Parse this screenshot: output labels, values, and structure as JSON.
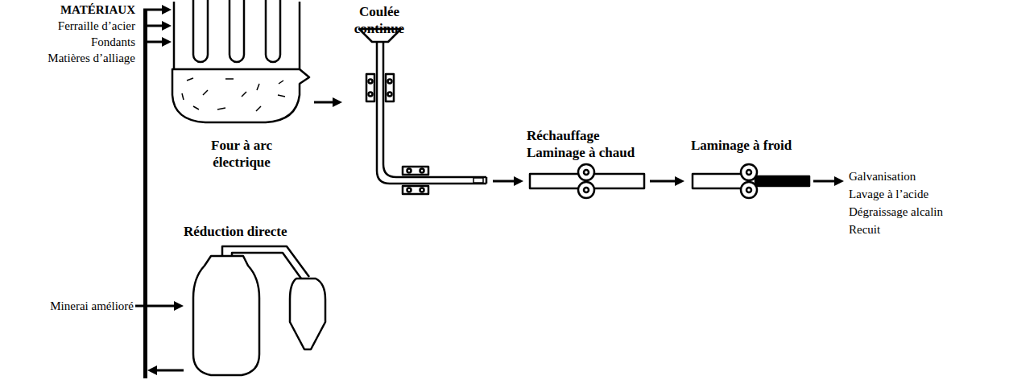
{
  "diagram": {
    "nodes": [
      {
        "text": [
          "MATÉRIAUX",
          "Ferraille d’acier",
          "Fondants",
          "Matières d’alliage"
        ]
      },
      {
        "text": [
          "Four à arc électrique"
        ]
      },
      {
        "text": [
          "Coulée continue"
        ]
      },
      {
        "text": [
          "Réchauffage Laminage à chaud"
        ]
      },
      {
        "text": [
          "Laminage à froid"
        ]
      },
      {
        "text": [
          "Galvanisation",
          "Lavage à l’acide",
          "Dégraissage alcalin",
          "Recuit"
        ]
      },
      {
        "text": [
          "Réduction directe"
        ]
      },
      {
        "text": [
          "Minerai amélioré"
        ]
      }
    ],
    "edges": [
      {
        "from": 0,
        "to": 1,
        "arrow": "to"
      },
      {
        "from": 1,
        "to": 2,
        "arrow": "to"
      },
      {
        "from": 2,
        "to": 3,
        "arrow": "to"
      },
      {
        "from": 3,
        "to": 4,
        "arrow": "to"
      },
      {
        "from": 4,
        "to": 5,
        "arrow": "to"
      },
      {
        "from": 7,
        "to": 6,
        "arrow": "to"
      },
      {
        "from": 6,
        "to": 0,
        "arrow": "to"
      }
    ]
  }
}
